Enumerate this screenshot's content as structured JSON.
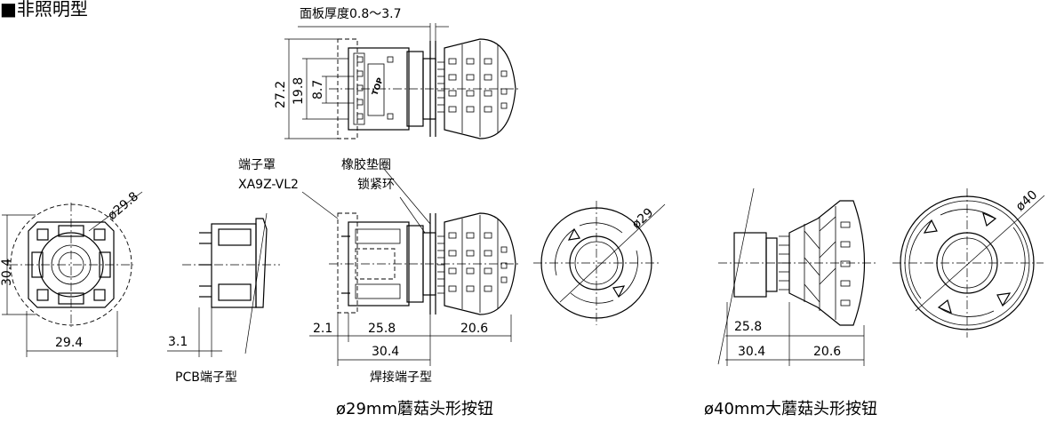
{
  "header": {
    "title": "■非照明型"
  },
  "labels": {
    "panel_thickness": "面板厚度0.8～3.7",
    "terminal_cover": "端子罩",
    "terminal_cover_part": "XA9Z-VL2",
    "rubber_gasket": "橡胶垫圈",
    "lock_ring": "锁紧环",
    "pcb_type": "PCB端子型",
    "solder_type": "焊接端子型",
    "caption_29": "ø29mm蘑菇头形按钮",
    "caption_40": "ø40mm大蘑菇头形按钮",
    "top_mark": "TOP"
  },
  "dimensions": {
    "d_27_2": "27.2",
    "d_19_8": "19.8",
    "d_8_7": "8.7",
    "d_29_8": "ø29.8",
    "d_30_4_vert": "30.4",
    "d_29_4": "29.4",
    "d_3_1": "3.1",
    "d_2_1": "2.1",
    "d_25_8": "25.8",
    "d_20_6": "20.6",
    "d_30_4": "30.4",
    "d_29": "ø29",
    "d_25_8_b": "25.8",
    "d_30_4_b": "30.4",
    "d_20_6_b": "20.6",
    "d_40": "ø40"
  }
}
